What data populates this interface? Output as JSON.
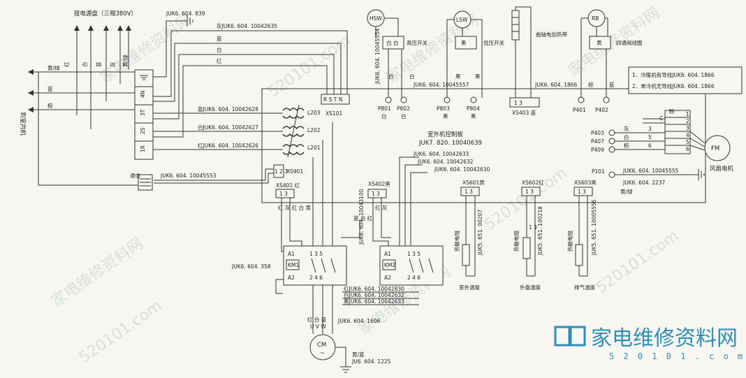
{
  "terminal_block": {
    "title": "接电源盘（三相380V）",
    "wire_colors_top": [
      "红",
      "白",
      "蓝",
      "灰",
      "黄/绿"
    ],
    "rows": [
      "4N",
      "3T",
      "2S",
      "1R"
    ],
    "left_labels": [
      "黄/绿",
      "蓝",
      "棕"
    ],
    "to_indoor": "到室内机"
  },
  "ground_top": "JUK6. 604. 839",
  "top_wires": {
    "gray": "灰JUK6. 604. 10042635",
    "blue": "蓝",
    "white": "白",
    "red": "红"
  },
  "terminal_wires": {
    "blue": "蓝JUK6. 604. 10042628",
    "white": "白JUK6. 604. 10042627",
    "red": "红JUK6. 604. 10042626"
  },
  "board": {
    "title": "室外机控制板",
    "part": "JUK7. 820. 10040639",
    "rstn": "R  S  T  N",
    "xs101": "XS101",
    "l203": "L203",
    "l202": "L202",
    "l201": "L201",
    "xs901": "XS901",
    "xs901_pins": "1 2 3",
    "xs401": "XS401 红",
    "xs401_pins": "1  3",
    "xs402": "XS402黑",
    "xs402_pins": "1  3",
    "xs601": "XS601黄",
    "xs602": "XS602红",
    "xs603": "XS603黑",
    "pins_13": "1  3",
    "p101": "P101",
    "xs403": "XS403 蓝",
    "xs403_pins": "1  3"
  },
  "comm": {
    "label": "通信",
    "part": "JUK6. 604. 10045553"
  },
  "hsw": {
    "name": "HSW",
    "colors": "白  白",
    "part": "JUK6. 604. 10045554",
    "label": "高压开关",
    "lead_colors": [
      "白",
      "白"
    ],
    "pins": [
      "P801",
      "P802"
    ],
    "pin_colors": [
      "白",
      "白"
    ]
  },
  "lsw": {
    "name": "LSW",
    "colors": "黑",
    "label": "低压开关",
    "part": "JUK6. 604. 10045557",
    "lead_colors": [
      "黑",
      "黑"
    ],
    "pins": [
      "P803",
      "P804"
    ],
    "pin_colors": [
      "黑",
      "黑"
    ]
  },
  "heater": {
    "label": "曲轴电加热带",
    "part": "JUK6. 604. 1866"
  },
  "rb": {
    "name": "RB",
    "colors": "黄",
    "label": "四通阀线圈",
    "lead_colors": [
      "棕",
      "蓝"
    ],
    "pins": [
      "P401",
      "P402"
    ]
  },
  "note": {
    "line1": "1、冷暖机有导线JUK6. 604. 1866",
    "line2": "2、单冷机无导线JUK6. 604. 1866"
  },
  "fan": {
    "name": "FM",
    "label": "风扇电机",
    "cap": "C",
    "pins": [
      "P403",
      "P407",
      "P409"
    ],
    "wire_colors": [
      "粉",
      "灰",
      "白",
      "棕"
    ],
    "numbers": [
      "1",
      "2",
      "3",
      "4",
      "5",
      "6"
    ],
    "mid_numbers": [
      "3",
      "5",
      "6"
    ],
    "ground_part": "JUK6. 604. 10045555",
    "ground2": "JUK6. 604. 2237",
    "ground_color": "黄/绿"
  },
  "relay_wires": {
    "w1": "JUK6. 604. 10042633",
    "w2": "JUK6. 604. 10042632",
    "w3": "JUK6. 604. 10042630"
  },
  "sensors": {
    "outdoor": {
      "name": "室外温度",
      "type": "热敏电阻",
      "part": "JUK5. 651. 00207"
    },
    "coil": {
      "name": "外盘温度",
      "type": "热敏电阻",
      "part": "JUK5. 651. 100218",
      "pins": "1   3"
    },
    "exhaust": {
      "name": "排气温度",
      "type": "热敏电阻",
      "part": "JUK5. 651. 10005556"
    }
  },
  "contactors": {
    "km1": "KM1",
    "km2": "KM2",
    "km1_part": "JUK6. 604. 358",
    "a1": "A1",
    "a2": "A2",
    "top_pins": "1  3  5",
    "bottom_pins": "2  4  6",
    "km1_colors": "红   灰   红  白  黄",
    "km2_colors": "红  灰",
    "vertical_colors": "蓝  白  红",
    "km2_part_vertical": "JUK6. 604. 10043100",
    "wire_red": "红JUK6. 604. 10042830",
    "wire_white": "白JUK6. 604. 10042632",
    "wire_black": "黑JUK6. 604. 10042633"
  },
  "compressor": {
    "name": "CM",
    "symbol": "~",
    "uvw_colors": "红  白  蓝",
    "uvw": "U   V   W",
    "part": "JUK6. 604. 1606",
    "ground_color": "黄/蓝",
    "ground_part": "JU6. 604. 1225"
  },
  "watermark": {
    "text": "家电维修资料网",
    "url_text": "520101.com",
    "logo_text": "家电维修资料网",
    "logo_url": "5 2 0 1 0 1 . c o m"
  }
}
